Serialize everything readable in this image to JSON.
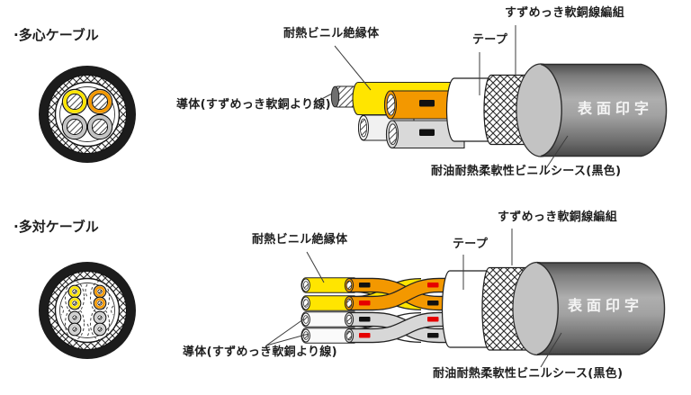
{
  "sections": [
    {
      "id": "multicore",
      "title": "·多心ケーブル",
      "labels": {
        "conductor": "導体(すずめっき軟銅より線)",
        "insulation": "耐熱ビニル絶縁体",
        "tape": "テープ",
        "braid": "すずめっき軟銅線編組",
        "sheath": "耐油耐熱柔軟性ビニルシース(黒色)",
        "surface_print": "表面印字"
      }
    },
    {
      "id": "multipair",
      "title": "·多対ケーブル",
      "labels": {
        "conductor": "導体(すずめっき軟銅より線)",
        "insulation": "耐熱ビニル絶縁体",
        "tape": "テープ",
        "braid": "すずめっき軟銅線編組",
        "sheath": "耐油耐熱柔軟性ビニルシース(黒色)",
        "surface_print": "表面印字"
      }
    }
  ],
  "colors": {
    "insulation_yellow": "#ffe500",
    "insulation_orange": "#f39800",
    "wire_gray": "#d9d9d9",
    "mark_black": "#111111",
    "mark_red": "#e60000",
    "sheath_gray": "#9b9b9b",
    "sheath_cut_face": "#c3c3c3"
  }
}
